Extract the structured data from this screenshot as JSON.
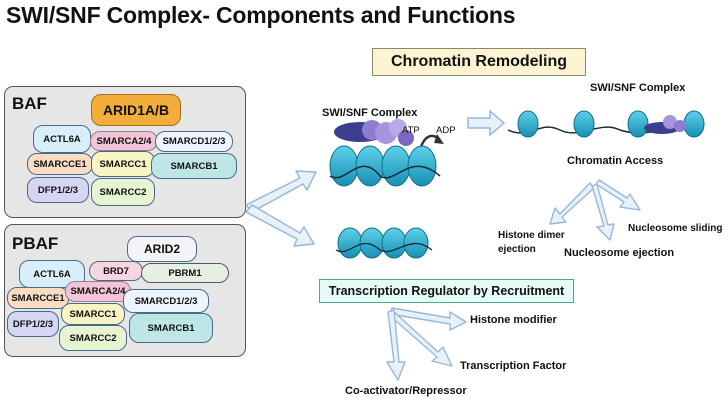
{
  "title": "SWI/SNF Complex- Components and Functions",
  "baf": {
    "label": "BAF",
    "components": [
      "ARID1A/B",
      "ACTL6A",
      "SMARCA2/4",
      "SMARCD1/2/3",
      "SMARCCE1",
      "SMARCC1",
      "SMARCB1",
      "DFP1/2/3",
      "SMARCC2"
    ]
  },
  "pbaf": {
    "label": "PBAF",
    "components": [
      "ARID2",
      "ACTL6A",
      "BRD7",
      "PBRM1",
      "SMARCCE1",
      "SMARCA2/4",
      "SMARCD1/2/3",
      "DFP1/2/3",
      "SMARCC1",
      "SMARCB1",
      "SMARCC2"
    ]
  },
  "diagram": {
    "chromatin_remodeling": "Chromatin Remodeling",
    "complex_label_left": "SWI/SNF Complex",
    "complex_label_right": "SWI/SNF Complex",
    "atp": "ATP",
    "adp": "ADP",
    "chromatin_access": "Chromatin Access",
    "histone_dimer_ejection": "Histone dimer ejection",
    "nucleosome_ejection": "Nucleosome ejection",
    "nucleosome_sliding": "Nucleosome sliding",
    "transcription_regulator": "Transcription Regulator by Recruitment",
    "histone_modifier": "Histone modifier",
    "transcription_factor": "Transcription Factor",
    "coactivator": "Co-activator/Repressor"
  },
  "colors": {
    "arid": "#f3ad3a",
    "blue_chip": "#d8eef8",
    "pink_chip": "#f1c4d8",
    "peach_chip": "#f8dcc4",
    "yellow_chip": "#f7f4c4",
    "green_chip": "#e6f4d2",
    "lavender_chip": "#d6d6f2",
    "teal_chip": "#bfe6e6",
    "arrow_fill": "#e6f1fa",
    "arrow_stroke": "#9ab8d6",
    "nucleosome": "#2aa9c9"
  }
}
